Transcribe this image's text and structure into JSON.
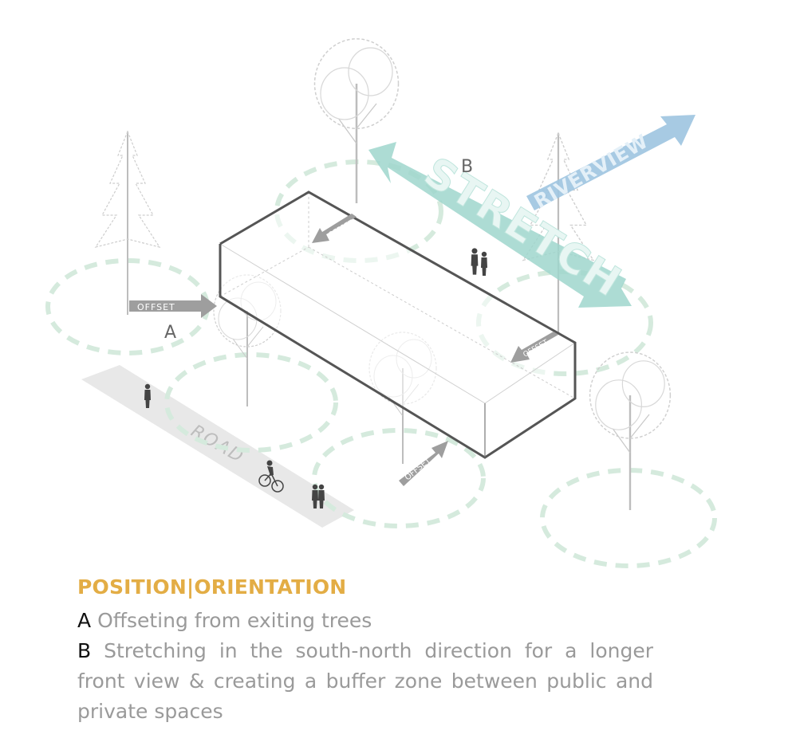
{
  "diagram": {
    "labels": {
      "a": "A",
      "b": "B",
      "road": "ROAD",
      "offset": "OFFSET",
      "stretch": "STRETCH",
      "riverview": "RIVERVIEW"
    },
    "colors": {
      "circle": "#d5eadd",
      "stretch_arrow": "#9fd6cc",
      "riverview_arrow": "#9dc4e0",
      "offset_arrow": "#9e9e9e",
      "road": "#e8e8e8",
      "box": "#555555"
    },
    "icons": [
      "tree-icon",
      "person-icon",
      "cyclist-icon"
    ]
  },
  "caption": {
    "title": "POSITION|ORIENTATION",
    "a_key": "A",
    "a_text": "Offseting from exiting trees",
    "b_key": "B",
    "b_text": "Stretching in the south-north direction for a longer front view & creating a buffer zone between public and private spaces"
  }
}
